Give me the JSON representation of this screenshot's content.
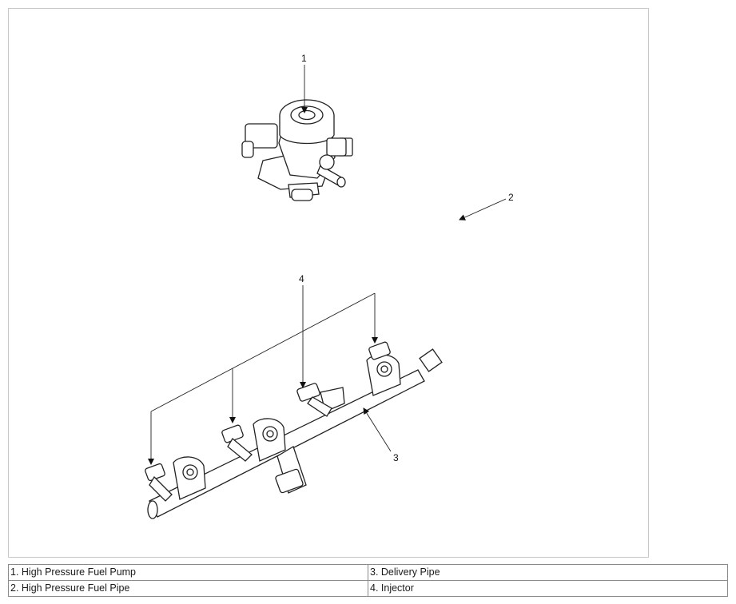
{
  "diagram": {
    "callouts": [
      "1",
      "2",
      "3",
      "4"
    ]
  },
  "legend": {
    "rows": [
      [
        "1. High Pressure Fuel Pump",
        "3. Delivery Pipe"
      ],
      [
        "2. High Pressure Fuel Pipe",
        "4. Injector"
      ]
    ]
  },
  "colors": {
    "line": "#222222",
    "frame": "#c8c8c8",
    "table_border": "#8a8a8a"
  }
}
